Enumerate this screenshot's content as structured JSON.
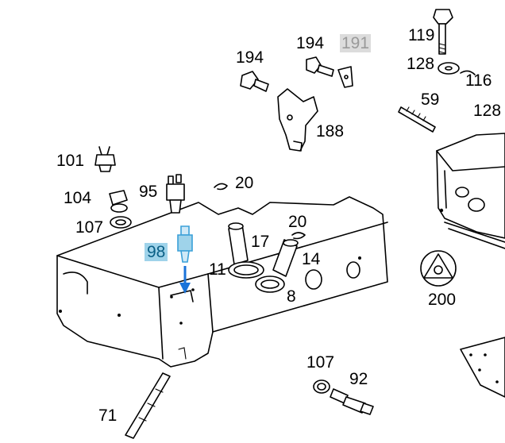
{
  "diagram": {
    "colors": {
      "ink": "#000000",
      "highlight_fill": "#9fd3ea",
      "highlight_text": "#0a5f86",
      "muted_fill": "#dcdcdc",
      "muted_text": "#9a9a9a",
      "arrow": "#1a73d9",
      "active_part": "#3aa0d8"
    },
    "callouts": [
      {
        "id": "c119",
        "text": "119"
      },
      {
        "id": "c194a",
        "text": "194"
      },
      {
        "id": "c191",
        "text": "191",
        "state": "muted"
      },
      {
        "id": "c194b",
        "text": "194"
      },
      {
        "id": "c128a",
        "text": "128"
      },
      {
        "id": "c116",
        "text": "116"
      },
      {
        "id": "c59",
        "text": "59"
      },
      {
        "id": "c128b",
        "text": "128"
      },
      {
        "id": "c188",
        "text": "188"
      },
      {
        "id": "c101",
        "text": "101"
      },
      {
        "id": "c95",
        "text": "95"
      },
      {
        "id": "c20a",
        "text": "20"
      },
      {
        "id": "c104",
        "text": "104"
      },
      {
        "id": "c20b",
        "text": "20"
      },
      {
        "id": "c107a",
        "text": "107"
      },
      {
        "id": "c17",
        "text": "17"
      },
      {
        "id": "c98",
        "text": "98",
        "state": "selected"
      },
      {
        "id": "c14",
        "text": "14"
      },
      {
        "id": "c11",
        "text": "11"
      },
      {
        "id": "c8",
        "text": "8"
      },
      {
        "id": "c200",
        "text": "200"
      },
      {
        "id": "c107b",
        "text": "107"
      },
      {
        "id": "c92",
        "text": "92"
      },
      {
        "id": "c71",
        "text": "71"
      }
    ]
  }
}
